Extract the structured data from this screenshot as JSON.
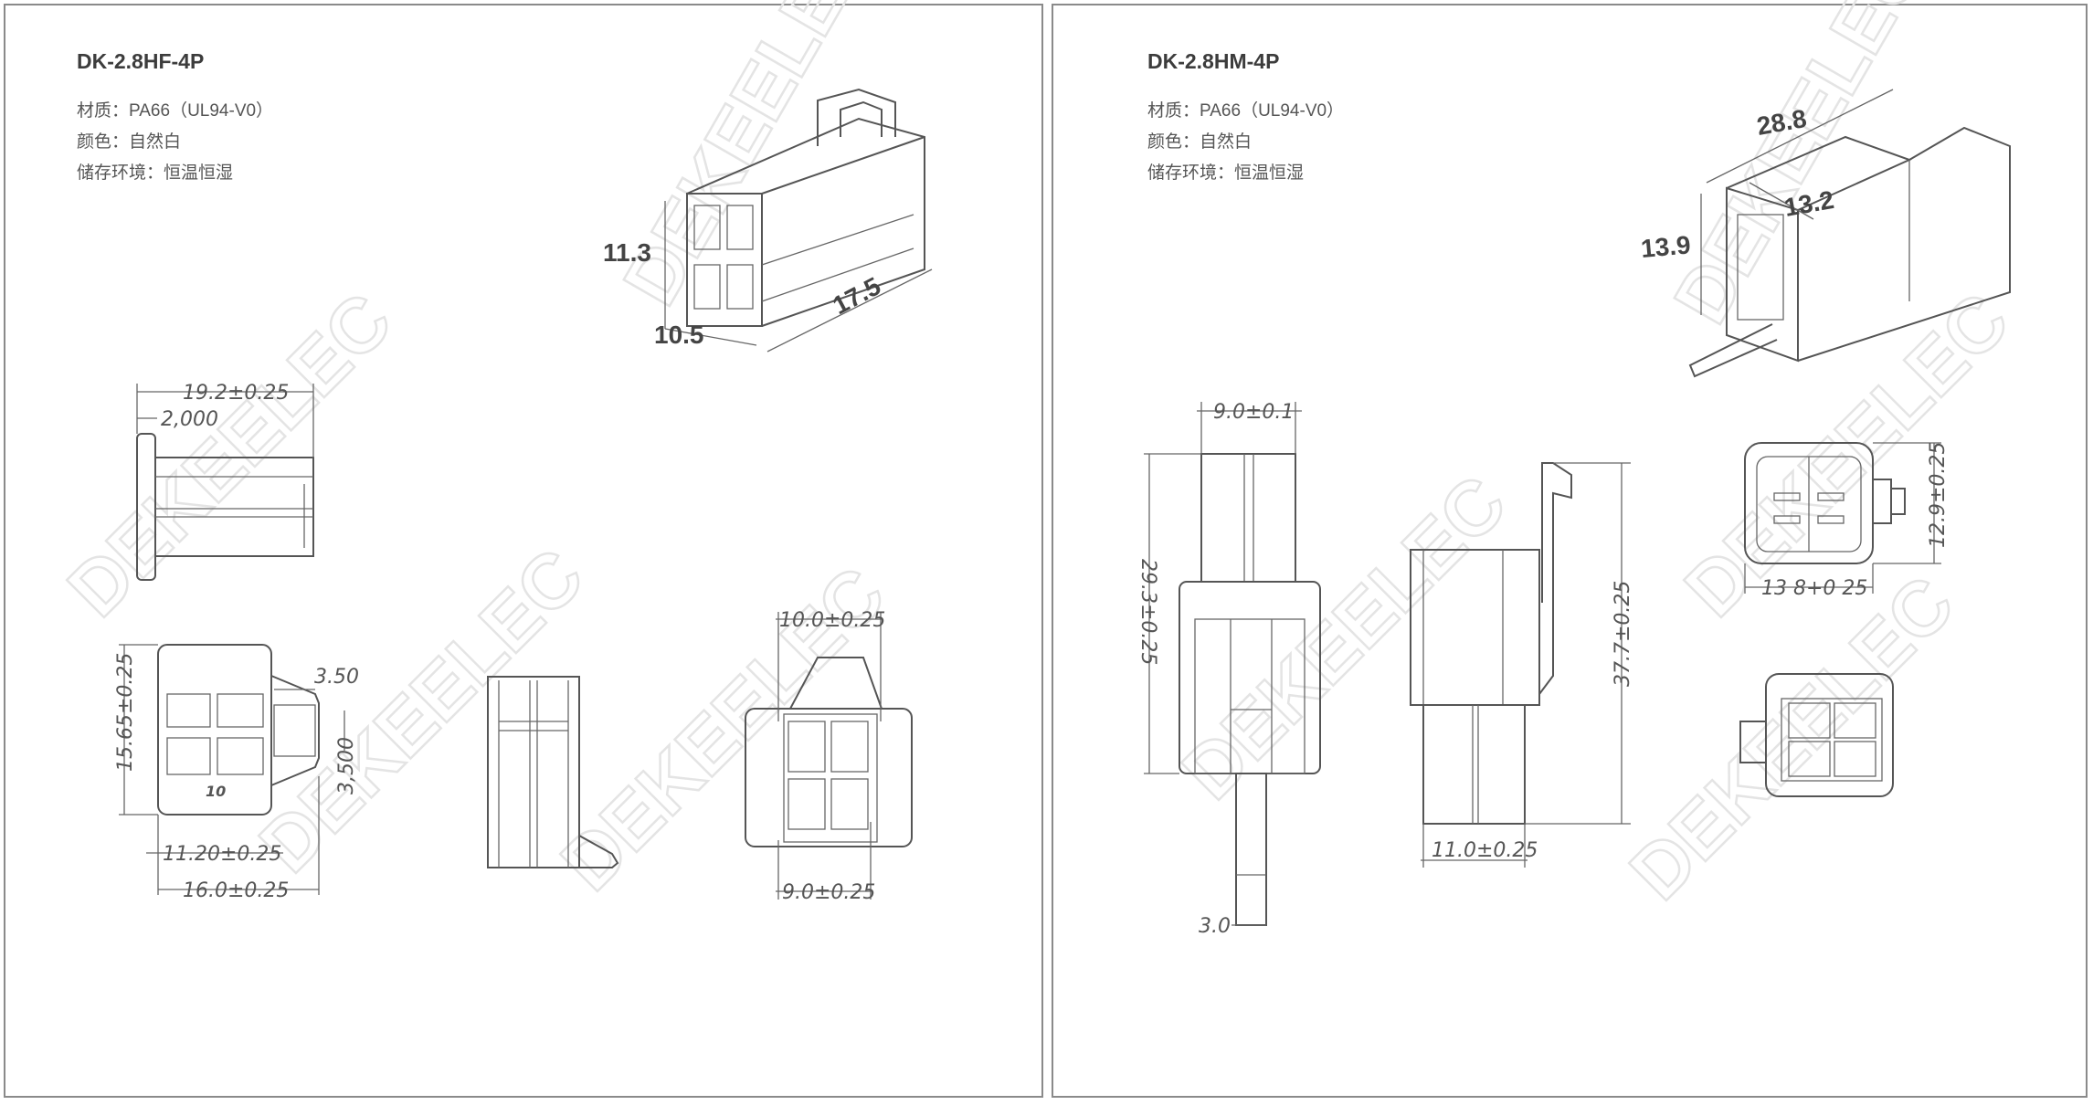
{
  "watermark": "DEKEELEC",
  "left": {
    "title": "DK-2.8HF-4P",
    "specs": [
      "材质：PA66（UL94-V0）",
      "颜色：自然白",
      "储存环境：恒温恒湿"
    ],
    "iso_dims": {
      "height": "11.3",
      "width": "10.5",
      "length": "17.5"
    },
    "dims": {
      "side_length": "19.2±0.25",
      "flange": "2,000",
      "height": "15.65±0.25",
      "latch": "3.50",
      "latch_height": "3,500",
      "inner_width": "11.20±0.25",
      "outer_width": "16.0±0.25",
      "cavity_mark": "10",
      "top_width": "10.0±0.25",
      "bottom_width": "9.0±0.25"
    }
  },
  "right": {
    "title": "DK-2.8HM-4P",
    "specs": [
      "材质：PA66（UL94-V0）",
      "颜色：自然白",
      "储存环境：恒温恒湿"
    ],
    "iso_dims": {
      "length": "28.8",
      "width": "13.2",
      "height": "13.9"
    },
    "dims": {
      "top_width": "9.0±0.1",
      "length": "29.3±0.25",
      "pin": "3.0",
      "total_length": "37.7±0.25",
      "bottom_width": "11.0±0.25",
      "end_height": "12.9±0.25",
      "end_width": "13 8+0 25"
    }
  }
}
